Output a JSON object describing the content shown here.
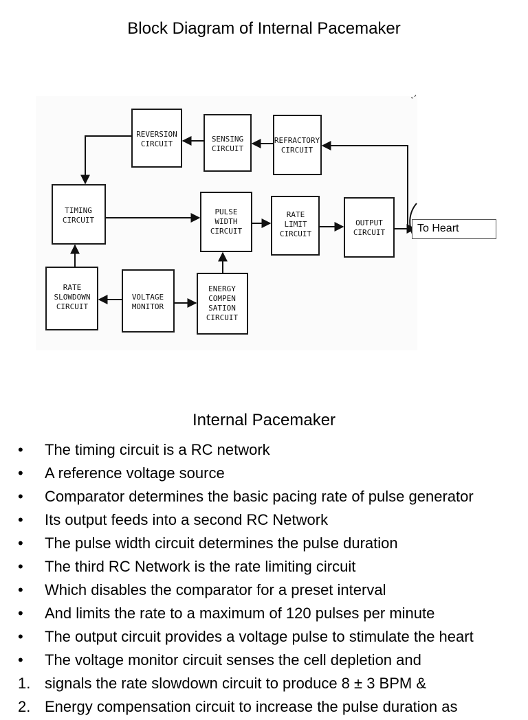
{
  "page_title": "Block Diagram of Internal Pacemaker",
  "diagram": {
    "blocks": {
      "reversion": [
        "REVERSION",
        "CIRCUIT"
      ],
      "sensing": [
        "SENSING",
        "CIRCUIT"
      ],
      "refractory": [
        "REFRACTORY",
        "CIRCUIT"
      ],
      "timing": [
        "TIMING",
        "CIRCUIT"
      ],
      "pulse_width": [
        "PULSE",
        "WIDTH",
        "CIRCUIT"
      ],
      "rate_limit": [
        "RATE",
        "LIMIT",
        "CIRCUIT"
      ],
      "output": [
        "OUTPUT",
        "CIRCUIT"
      ],
      "rate_slowdown": [
        "RATE",
        "SLOWDOWN",
        "CIRCUIT"
      ],
      "voltage_monitor": [
        "VOLTAGE",
        "MONITOR"
      ],
      "energy_compensation": [
        "ENERGY",
        "COMPEN",
        "SATION",
        "CIRCUIT"
      ]
    },
    "output_label": "To Heart"
  },
  "section_title": "Internal Pacemaker",
  "points": [
    {
      "marker": "•",
      "text": "The timing circuit is a RC network"
    },
    {
      "marker": "•",
      "text": "A reference voltage source"
    },
    {
      "marker": "•",
      "text": "Comparator determines the basic pacing rate of pulse generator"
    },
    {
      "marker": "•",
      "text": "Its output feeds into a second RC Network"
    },
    {
      "marker": "•",
      "text": "The pulse width circuit determines the pulse duration"
    },
    {
      "marker": "•",
      "text": "The third RC Network is  the rate limiting circuit"
    },
    {
      "marker": "•",
      "text": "Which disables the comparator for a preset interval"
    },
    {
      "marker": "•",
      "text": "And limits the rate to a maximum of 120 pulses per minute"
    },
    {
      "marker": "•",
      "text": "The output circuit provides a voltage pulse to stimulate the heart"
    },
    {
      "marker": "•",
      "text": "The voltage monitor circuit senses the cell depletion and"
    },
    {
      "marker": "1.",
      "text": "signals the rate slowdown circuit  to produce 8 ± 3 BPM &"
    },
    {
      "marker": "2.",
      "text": "Energy compensation circuit to increase the pulse duration as"
    }
  ]
}
